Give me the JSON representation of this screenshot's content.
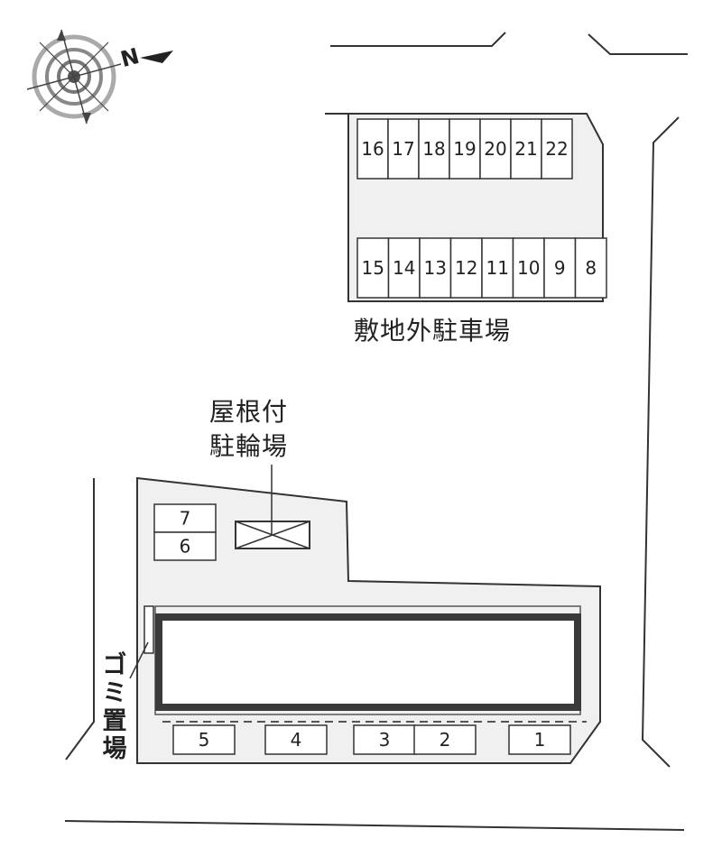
{
  "map": {
    "compass": {
      "label": "N"
    },
    "offsite_parking": {
      "label": "敷地外駐車場",
      "top_row": [
        "16",
        "17",
        "18",
        "19",
        "20",
        "21",
        "22"
      ],
      "bottom_row": [
        "15",
        "14",
        "13",
        "12",
        "11",
        "10",
        "9",
        "8"
      ]
    },
    "bike_parking": {
      "line1": "屋根付",
      "line2": "駐輪場"
    },
    "garbage": {
      "line1": "ゴ",
      "line2": "ミ",
      "line3": "置",
      "line4": "場"
    },
    "onsite_parking": {
      "upper": [
        "7",
        "6"
      ],
      "bottom": [
        "5",
        "4",
        "3",
        "2",
        "1"
      ]
    },
    "colors": {
      "lot": "#f0f0f0",
      "line": "#333333",
      "building": "#3a3a3a"
    }
  }
}
